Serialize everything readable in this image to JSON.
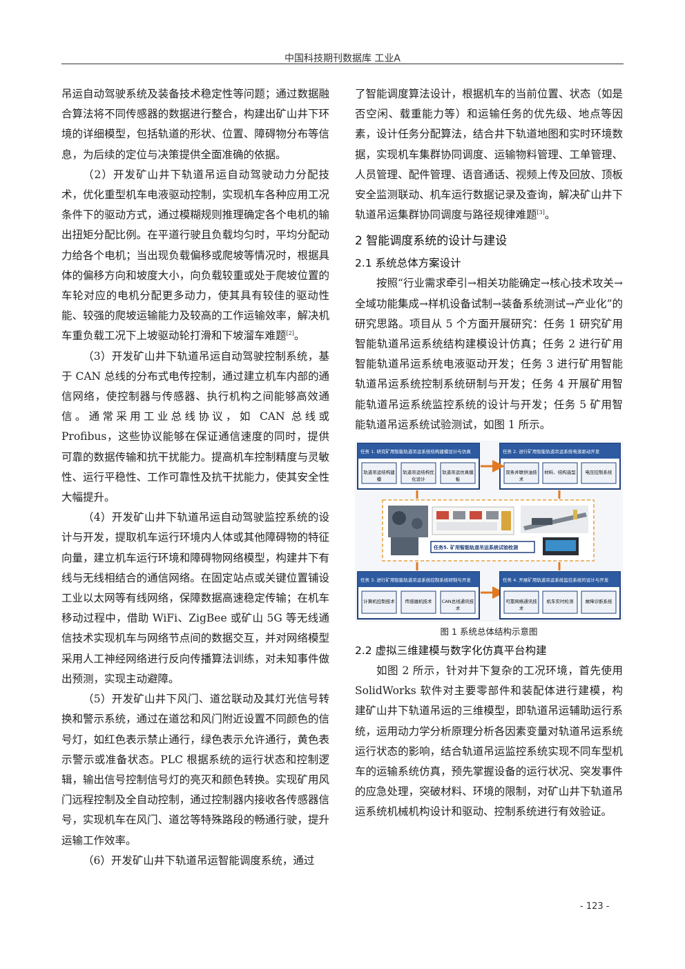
{
  "header": {
    "title": "中国科技期刊数据库 工业A"
  },
  "left_column": {
    "p0": "吊运自动驾驶系统及装备技术稳定性等问题；通过数据融合算法将不同传感器的数据进行整合，构建出矿山井下环境的详细模型，包括轨道的形状、位置、障碍物分布等信息，为后续的定位与决策提供全面准确的依据。",
    "p1": "（2）开发矿山井下轨道吊运自动驾驶动力分配技术，优化重型机车电液驱动控制，实现机车各种应用工况条件下的驱动方式，通过模糊规则推理确定各个电机的输出扭矩分配比例。在平道行驶且负载均匀时，平均分配动力给各个电机；当出现负载偏移或爬坡等情况时，根据具体的偏移方向和坡度大小，向负载较重或处于爬坡位置的车轮对应的电机分配更多动力，使其具有较佳的驱动性能、较强的爬坡运输能力及较高的工作运输效率，解决机车重负载工况下上坡驱动轮打滑和下坡溜车难题",
    "p1_ref": "[2]",
    "p1_end": "。",
    "p2": "（3）开发矿山井下轨道吊运自动驾驶控制系统，基于 CAN 总线的分布式电传控制，通过建立机车内部的通信网络，使控制器与传感器、执行机构之间能够高效通信。通常采用工业总线协议，如 CAN 总线或 Profibus，这些协议能够在保证通信速度的同时，提供可靠的数据传输和抗干扰能力。提高机车控制精度与灵敏性、运行平稳性、工作可靠性及抗干扰能力，使其安全性大幅提升。",
    "p3": "（4）开发矿山井下轨道吊运自动驾驶监控系统的设计与开发，提取机车运行环境内人体或其他障碍物的特征向量，建立机车运行环境和障碍物网络模型，构建井下有线与无线相结合的通信网络。在固定站点或关键位置铺设工业以太网等有线网络，保障数据高速稳定传输；在机车移动过程中，借助 WiFi、ZigBee 或矿山 5G 等无线通信技术实现机车与网络节点间的数据交互，并对网络模型采用人工神经网络进行反向传播算法训练，对未知事件做出预测，实现主动避障。",
    "p4": "（5）开发矿山井下风门、道岔联动及其灯光信号转换和警示系统，通过在道岔和风门附近设置不同颜色的信号灯，如红色表示禁止通行，绿色表示允许通行，黄色表示警示或准备状态。PLC 根据系统的运行状态和控制逻辑，输出信号控制信号灯的亮灭和颜色转换。实现矿用风门远程控制及全自动控制，通过控制器内接收各传感器信号，实现机车在风门、道岔等特殊路段的畅通行驶，提升运输工作效率。",
    "p5": "（6）开发矿山井下轨道吊运智能调度系统，通过"
  },
  "right_column": {
    "p0": "了智能调度算法设计，根据机车的当前位置、状态（如是否空闲、载重能力等）和运输任务的优先级、地点等因素，设计任务分配算法，结合井下轨道地图和实时环境数据，实现机车集群协同调度、运输物料管理、工单管理、人员管理、配件管理、语音通话、视频上传及回放、顶板安全监测联动、机车运行数据记录及查询，解决矿山井下轨道吊运集群协同调度与路径规律难题",
    "p0_ref": "[3]",
    "p0_end": "。",
    "section2": "2 智能调度系统的设计与建设",
    "section21": "2.1 系统总体方案设计",
    "p1": "按照“行业需求牵引→相关功能确定→核心技术攻关→全域功能集成→样机设备试制→装备系统测试→产业化”的研究思路。项目从 5 个方面开展研究：任务 1 研究矿用智能轨道吊运系统结构建模设计仿真；任务 2 进行矿用智能轨道吊运系统电液驱动开发；任务 3 进行矿用智能轨道吊运系统控制系统研制与开发；任务 4 开展矿用智能轨道吊运系统监控系统的设计与开发；任务 5 矿用智能轨道吊运系统试验测试，如图 1 所示。",
    "figure": {
      "task1_title": "任务 1. 研究矿用智能轨道吊运系统结构建模设计与仿真",
      "task1_items": [
        "轨道吊运结构建模",
        "轨道吊运结构优化设计",
        "轨道吊运仿真模板"
      ],
      "task2_title": "任务 2. 进行矿用智能轨道吊运系统电液驱动开发",
      "task2_items": [
        "双条并联供油技术",
        "材料、结构选型",
        "电压控制系统"
      ],
      "task5_label": "任务5. 矿用智能轨道吊运系统试验检测",
      "task3_title": "任务 3. 进行矿用智能轨道吊运系统控制系统研制与开发",
      "task3_items": [
        "计算机控制技术",
        "传感器机技术",
        "CAN总线通讯技术"
      ],
      "task4_title": "任务 4. 开展矿用轨道吊运系统监控系统的设计与开发",
      "task4_items": [
        "可靠网络通讯技术",
        "机车实时检测",
        "故障诊断系统"
      ],
      "colors": {
        "frame": "#1f3f7a",
        "title_bar": "#2d5aa0",
        "arrow": "#e07a22",
        "dash": "#e6a13c"
      }
    },
    "caption": "图 1   系统总体结构示意图",
    "section22": "2.2 虚拟三维建模与数字化仿真平台构建",
    "p2": "如图 2 所示，针对井下复杂的工况环境，首先使用 SolidWorks 软件对主要零部件和装配体进行建模，构建矿山井下轨道吊运的三维模型，即轨道吊运辅助运行系统，运用动力学分析原理分析各因素变量对轨道吊运系统运行状态的影响，结合轨道吊运监控系统实现不同车型机车的运输系统仿真，预先掌握设备的运行状况、突发事件的应急处理，突破材料、环境的限制，对矿山井下轨道吊运系统机械机构设计和驱动、控制系统进行有效验证。"
  },
  "footer": {
    "page_number": "- 123 -"
  }
}
